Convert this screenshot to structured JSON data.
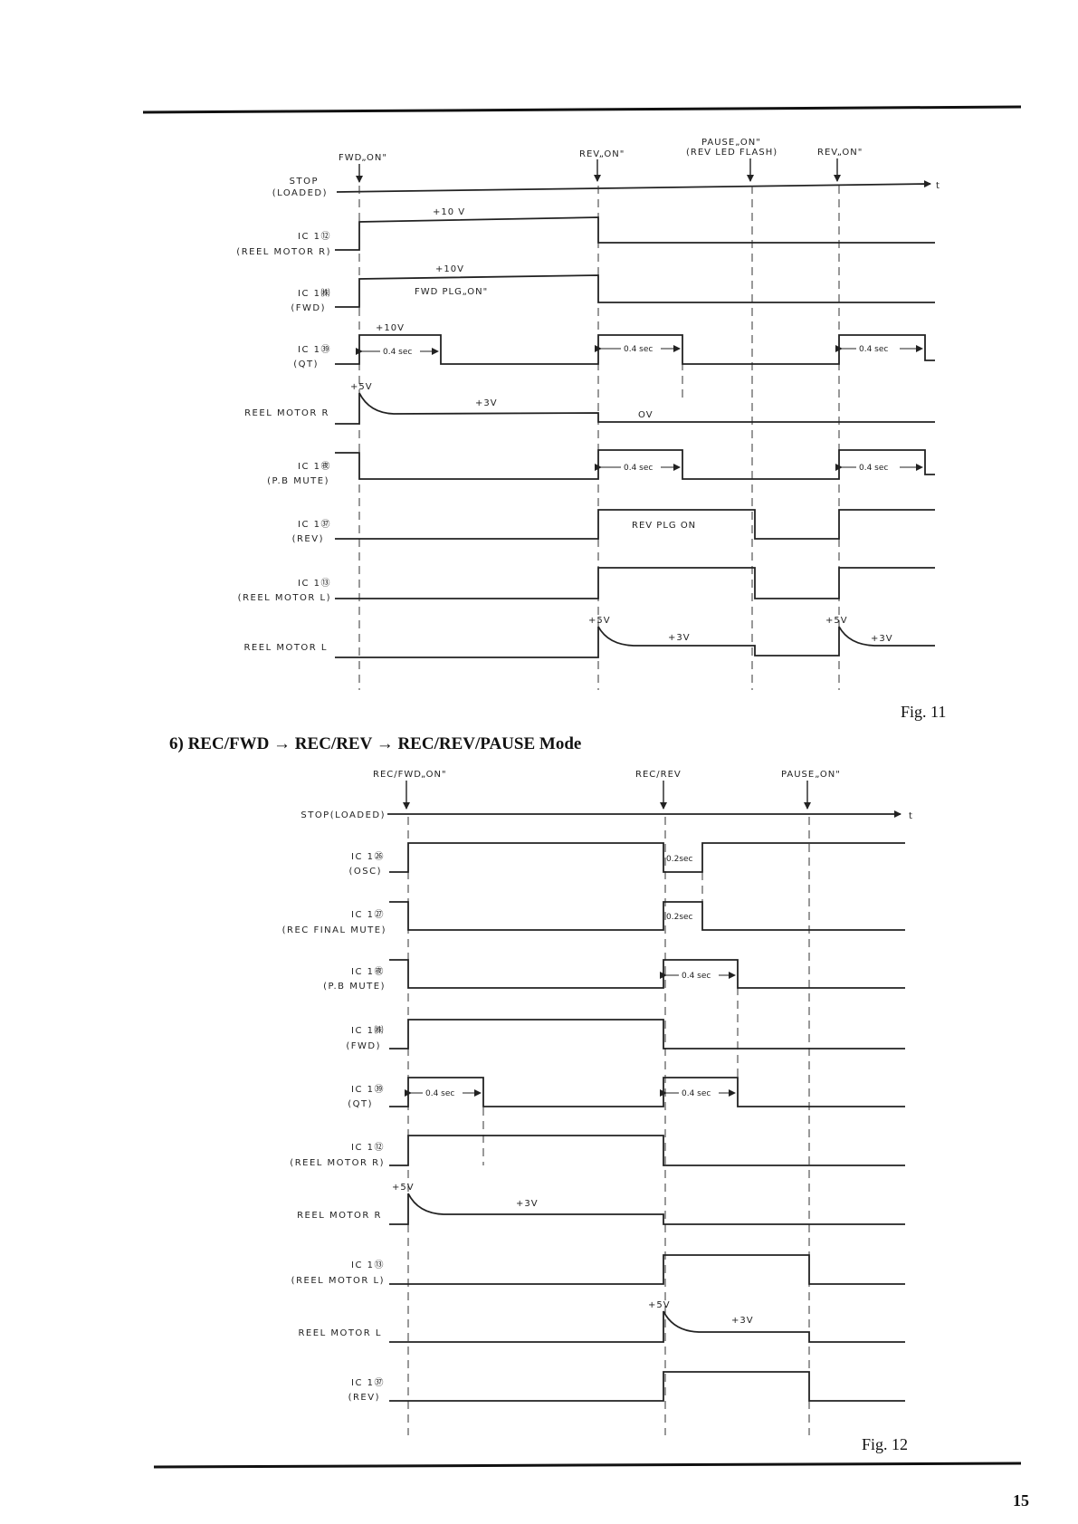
{
  "page_number": "15",
  "section_heading": "6) REC/FWD → REC/REV → REC/REV/PAUSE Mode",
  "fig11": {
    "caption": "Fig. 11",
    "events": {
      "fwd_on": "FWD„ON\"",
      "rev_on_1": "REV„ON\"",
      "pause_on": "PAUSE„ON\"",
      "rev_led_flash": "(REV LED FLASH)",
      "rev_on_2": "REV„ON\""
    },
    "axis_label": "t",
    "labels": {
      "stop_1": "STOP",
      "stop_2": "(LOADED)",
      "ic12_1": "IC 1⑫",
      "ic12_2": "(REEL MOTOR R)",
      "ic36_1": "IC 1㈱",
      "ic36_2": "(FWD)",
      "ic39_1": "IC 1㊴",
      "ic39_2": "(QT)",
      "reel_r": "REEL MOTOR R",
      "ic34_1": "IC 1㊰",
      "ic34_2": "(P.B MUTE)",
      "ic37_1": "IC 1㊲",
      "ic37_2": "(REV)",
      "ic13_1": "IC 1⑬",
      "ic13_2": "(REEL MOTOR L)",
      "reel_l": "REEL MOTOR L"
    },
    "annotations": {
      "v10_a": "+10 V",
      "v10_b": "+10V",
      "fwd_plg": "FWD PLG„ON\"",
      "v10_c": "+10V",
      "sec_a": "0.4 sec",
      "sec_b": "0.4 sec",
      "sec_c": "0.4 sec",
      "v5_a": "+5V",
      "v3_a": "+3V",
      "ov": "OV",
      "sec_d": "0.4 sec",
      "sec_e": "0.4 sec",
      "rev_plg": "REV PLG ON",
      "v5_b": "+5V",
      "v3_b": "+3V",
      "v5_c": "+5V",
      "v3_c": "+3V"
    }
  },
  "fig12": {
    "caption": "Fig. 12",
    "events": {
      "rec_fwd_on": "REC/FWD„ON\"",
      "rec_rev": "REC/REV",
      "pause_on": "PAUSE„ON\""
    },
    "axis_label": "t",
    "labels": {
      "stop": "STOP(LOADED)",
      "ic32_1": "IC 1㉖",
      "ic32_2": "(OSC)",
      "ic33_1": "IC 1㉗",
      "ic33_2": "(REC FINAL MUTE)",
      "ic34_1": "IC 1㊰",
      "ic34_2": "(P.B MUTE)",
      "ic36_1": "IC 1㈱",
      "ic36_2": "(FWD)",
      "ic39_1": "IC 1㊴",
      "ic39_2": "(QT)",
      "ic12_1": "IC 1⑫",
      "ic12_2": "(REEL MOTOR R)",
      "reel_r": "REEL MOTOR R",
      "ic13_1": "IC 1⑬",
      "ic13_2": "(REEL MOTOR L)",
      "reel_l": "REEL MOTOR L",
      "ic37_1": "IC 1㊲",
      "ic37_2": "(REV)"
    },
    "annotations": {
      "sec02_a": "0.2sec",
      "sec02_b": "0.2sec",
      "sec04_a": "0.4 sec",
      "sec04_b": "0.4 sec",
      "sec04_c": "0.4 sec",
      "v5_a": "+5V",
      "v3_a": "+3V",
      "v5_b": "+5V",
      "v3_b": "+3V"
    }
  }
}
